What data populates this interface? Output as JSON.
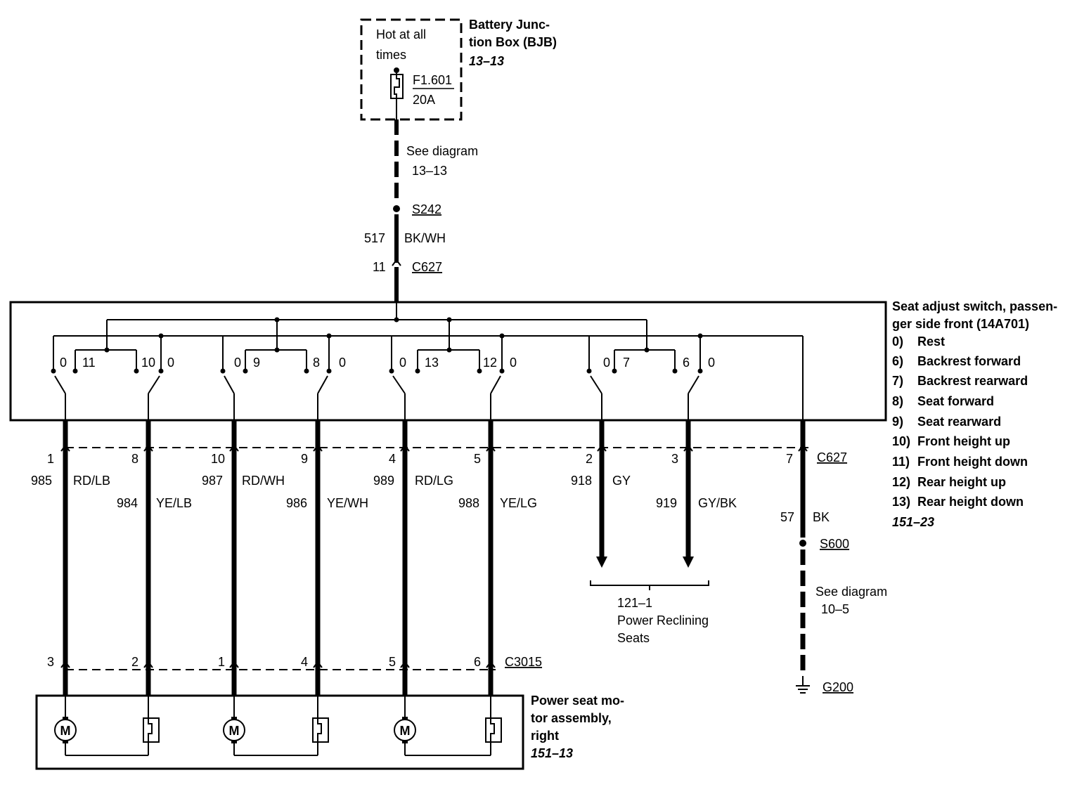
{
  "bjb": {
    "hot1": "Hot at all",
    "hot2": "times",
    "fuse_id": "F1.601",
    "fuse_amp": "20A",
    "title1": "Battery Junc-",
    "title2": "tion Box (BJB)",
    "ref": "13–13"
  },
  "feed": {
    "see1": "See diagram",
    "see2": "13–13",
    "splice": "S242",
    "circuit": "517",
    "color": "BK/WH",
    "pin": "11",
    "connector": "C627"
  },
  "switch": {
    "title1": "Seat adjust switch, passen-",
    "title2": "ger side front (14A701)",
    "legend": [
      {
        "n": "0)",
        "t": "Rest"
      },
      {
        "n": "6)",
        "t": "Backrest forward"
      },
      {
        "n": "7)",
        "t": "Backrest rearward"
      },
      {
        "n": "8)",
        "t": "Seat forward"
      },
      {
        "n": "9)",
        "t": "Seat rearward"
      },
      {
        "n": "10)",
        "t": "Front height up"
      },
      {
        "n": "11)",
        "t": "Front height down"
      },
      {
        "n": "12)",
        "t": "Rear height up"
      },
      {
        "n": "13)",
        "t": "Rear height down"
      }
    ],
    "ref": "151–23",
    "pos_labels": [
      "0",
      "11",
      "10",
      "0",
      "0",
      "9",
      "8",
      "0",
      "0",
      "13",
      "12",
      "0",
      "0",
      "7",
      "6",
      "0"
    ]
  },
  "wires": [
    {
      "pin": "1",
      "circuit": "985",
      "color": "RD/LB",
      "motor_pin": "3"
    },
    {
      "pin": "8",
      "circuit": "984",
      "color": "YE/LB",
      "motor_pin": "2"
    },
    {
      "pin": "10",
      "circuit": "987",
      "color": "RD/WH",
      "motor_pin": "1"
    },
    {
      "pin": "9",
      "circuit": "986",
      "color": "YE/WH",
      "motor_pin": "4"
    },
    {
      "pin": "4",
      "circuit": "989",
      "color": "RD/LG",
      "motor_pin": "5"
    },
    {
      "pin": "5",
      "circuit": "988",
      "color": "YE/LG",
      "motor_pin": "6"
    },
    {
      "pin": "2",
      "circuit": "918",
      "color": "GY"
    },
    {
      "pin": "3",
      "circuit": "919",
      "color": "GY/BK"
    }
  ],
  "connectors": {
    "switch_conn": "C627",
    "motor_conn": "C3015"
  },
  "recline": {
    "ref": "121–1",
    "label1": "Power Reclining",
    "label2": "Seats"
  },
  "ground": {
    "pin": "7",
    "circuit": "57",
    "color": "BK",
    "splice": "S600",
    "see1": "See diagram",
    "see2": "10–5",
    "ground_point": "G200"
  },
  "motor_assy": {
    "title1": "Power seat mo-",
    "title2": "tor assembly,",
    "title3": "right",
    "ref": "151–13",
    "motor_glyph": "M"
  }
}
